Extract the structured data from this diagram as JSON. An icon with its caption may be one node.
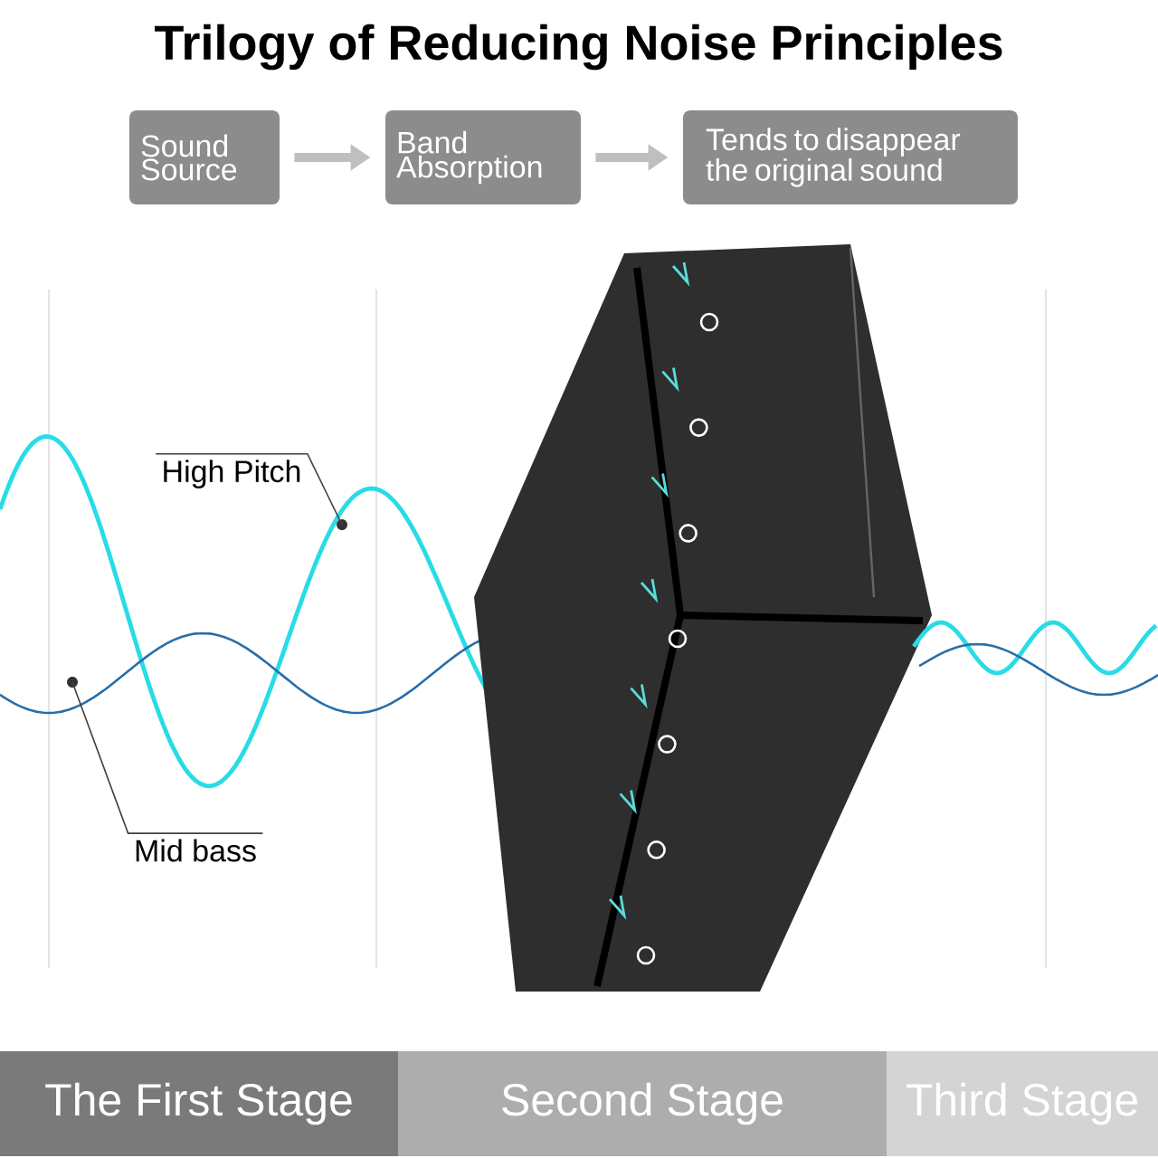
{
  "diagram": {
    "title": "Trilogy of Reducing Noise Principles",
    "nodes": [
      {
        "text": [
          "Sound Source"
        ]
      },
      {
        "text": [
          "Band Absorption"
        ]
      },
      {
        "text": [
          "Tends to disappear the original sound"
        ]
      },
      {
        "text": [
          "High Pitch"
        ]
      },
      {
        "text": [],
        "shape": "circle"
      },
      {
        "text": [
          "Mid bass"
        ]
      },
      {
        "text": [],
        "shape": "circle"
      },
      {
        "text": [
          "The First Stage"
        ]
      },
      {
        "text": [
          "Second Stage"
        ]
      },
      {
        "text": [
          "Third Stage"
        ]
      }
    ],
    "edges": [
      {
        "from": 0,
        "to": 1,
        "arrow": "to",
        "style": "thick",
        "color": "#bfbfbf"
      },
      {
        "from": 1,
        "to": 2,
        "arrow": "to",
        "style": "thick",
        "color": "#bfbfbf"
      },
      {
        "from": 3,
        "to": 4,
        "arrow": "none",
        "color": "#404040"
      },
      {
        "from": 5,
        "to": 6,
        "arrow": "none",
        "color": "#404040"
      }
    ]
  }
}
